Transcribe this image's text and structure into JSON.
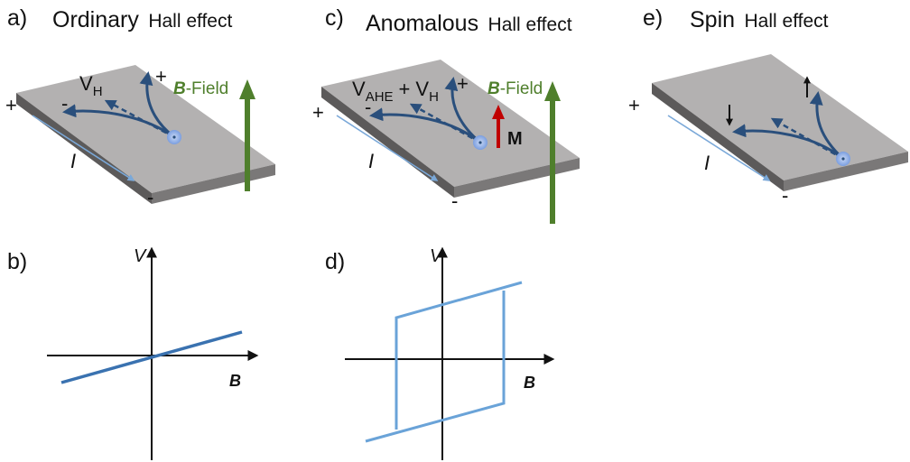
{
  "panels": {
    "a": {
      "label": "a)",
      "title_big": "Ordinary",
      "title_small": "Hall effect",
      "voltage_main": "V",
      "voltage_sub": "H",
      "field_label_bold": "B",
      "field_label_rest": "-Field",
      "current_label": "I",
      "signs": {
        "left_plus": "+",
        "right_plus": "+",
        "left_minus": "-",
        "bottom_minus": "-"
      }
    },
    "b": {
      "label": "b)",
      "ylabel": "V",
      "xlabel": "B"
    },
    "c": {
      "label": "c)",
      "title_big": "Anomalous",
      "title_small": "Hall effect",
      "voltage_main1": "V",
      "voltage_sub1": "AHE",
      "voltage_plus": "+",
      "voltage_main2": "V",
      "voltage_sub2": "H",
      "field_label_bold": "B",
      "field_label_rest": "-Field",
      "magnetization_label": "M",
      "current_label": "I",
      "signs": {
        "left_plus": "+",
        "right_plus": "+",
        "left_minus": "-",
        "bottom_minus": "-"
      }
    },
    "d": {
      "label": "d)",
      "ylabel": "V",
      "xlabel": "B"
    },
    "e": {
      "label": "e)",
      "title_big": "Spin",
      "title_small": "Hall effect",
      "current_label": "I",
      "signs": {
        "left_plus": "+",
        "bottom_minus": "-"
      }
    }
  },
  "colors": {
    "slab_top": "#b3b1b1",
    "slab_front": "#5c5a5a",
    "slab_side": "#7a7878",
    "path_blue": "#2a4f7c",
    "current_arrow": "#7aa8d8",
    "graph_line": "#3a72b0",
    "hysteresis_line": "#6aa3d8",
    "b_field_green": "#4f7f2c",
    "m_red": "#c00000"
  }
}
